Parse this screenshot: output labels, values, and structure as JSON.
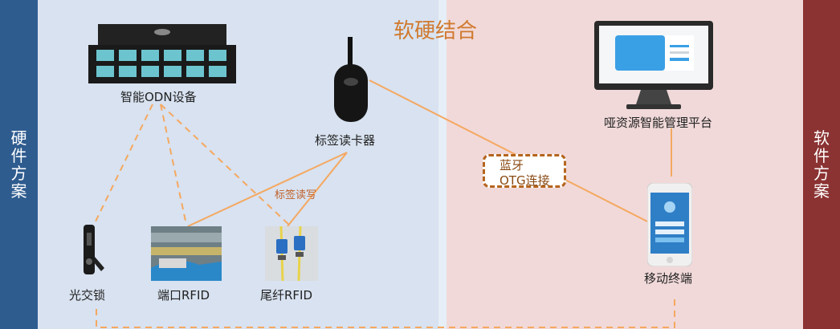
{
  "title": "软硬结合",
  "left_sidebar": {
    "label": "硬件方案",
    "color": "#2f5c8f"
  },
  "right_sidebar": {
    "label": "软件方案",
    "color": "#8b3232"
  },
  "nodes": {
    "odn": "智能ODN设备",
    "reader": "标签读卡器",
    "lock": "光交锁",
    "port_rfid": "端口RFID",
    "pigtail_rfid": "尾纤RFID",
    "platform": "哑资源智能管理平台",
    "mobile": "移动终端"
  },
  "edge_labels": {
    "tag_rw": "标签读写",
    "bluetooth_line1": "蓝牙",
    "bluetooth_line2": "OTG连接"
  },
  "colors": {
    "accent": "#d07a2f",
    "connector": "#f5a860"
  }
}
